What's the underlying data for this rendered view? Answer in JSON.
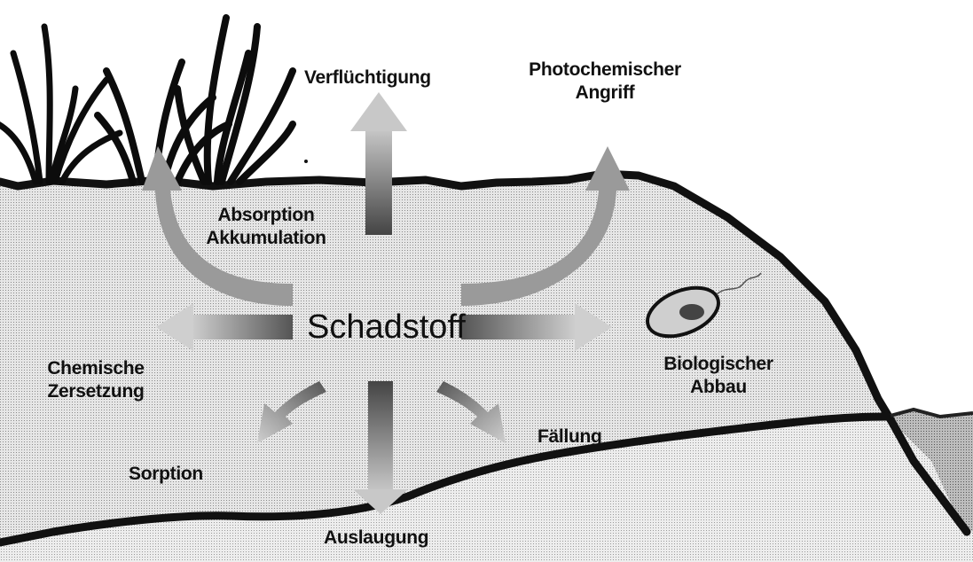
{
  "labels": {
    "center": "Schadstoff",
    "volatilization": "Verflüchtigung",
    "photochemical_line1": "Photochemischer",
    "photochemical_line2": "Angriff",
    "absorption_line1": "Absorption",
    "absorption_line2": "Akkumulation",
    "chemical_line1": "Chemische",
    "chemical_line2": "Zersetzung",
    "biological_line1": "Biologischer",
    "biological_line2": "Abbau",
    "sorption": "Sorption",
    "precipitation": "Fällung",
    "leaching": "Auslaugung"
  },
  "colors": {
    "ground_line": "#111111",
    "soil_fill": "#d9d9d9",
    "subsoil_fill": "#e3e3e3",
    "arrow_dark": "#555555",
    "arrow_light": "#bbbbbb",
    "background": "#ffffff"
  }
}
